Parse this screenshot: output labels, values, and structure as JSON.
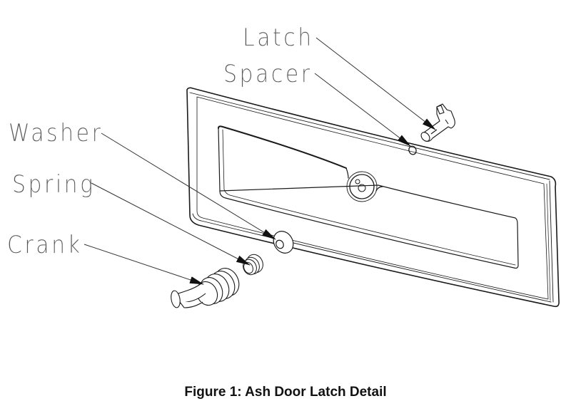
{
  "figure": {
    "caption": "Figure 1: Ash Door Latch Detail",
    "type": "exploded-view-technical-drawing"
  },
  "callouts": [
    {
      "id": "latch",
      "label": "Latch"
    },
    {
      "id": "spacer",
      "label": "Spacer"
    },
    {
      "id": "washer",
      "label": "Washer"
    },
    {
      "id": "spring",
      "label": "Spring"
    },
    {
      "id": "crank",
      "label": "Crank"
    }
  ],
  "parts": [
    {
      "name": "Ash Door"
    },
    {
      "name": "Latch"
    },
    {
      "name": "Spacer"
    },
    {
      "name": "Washer"
    },
    {
      "name": "Spring"
    },
    {
      "name": "Crank"
    }
  ],
  "colors": {
    "line": "#1a1a1a",
    "label": "#555555",
    "background": "#ffffff"
  }
}
